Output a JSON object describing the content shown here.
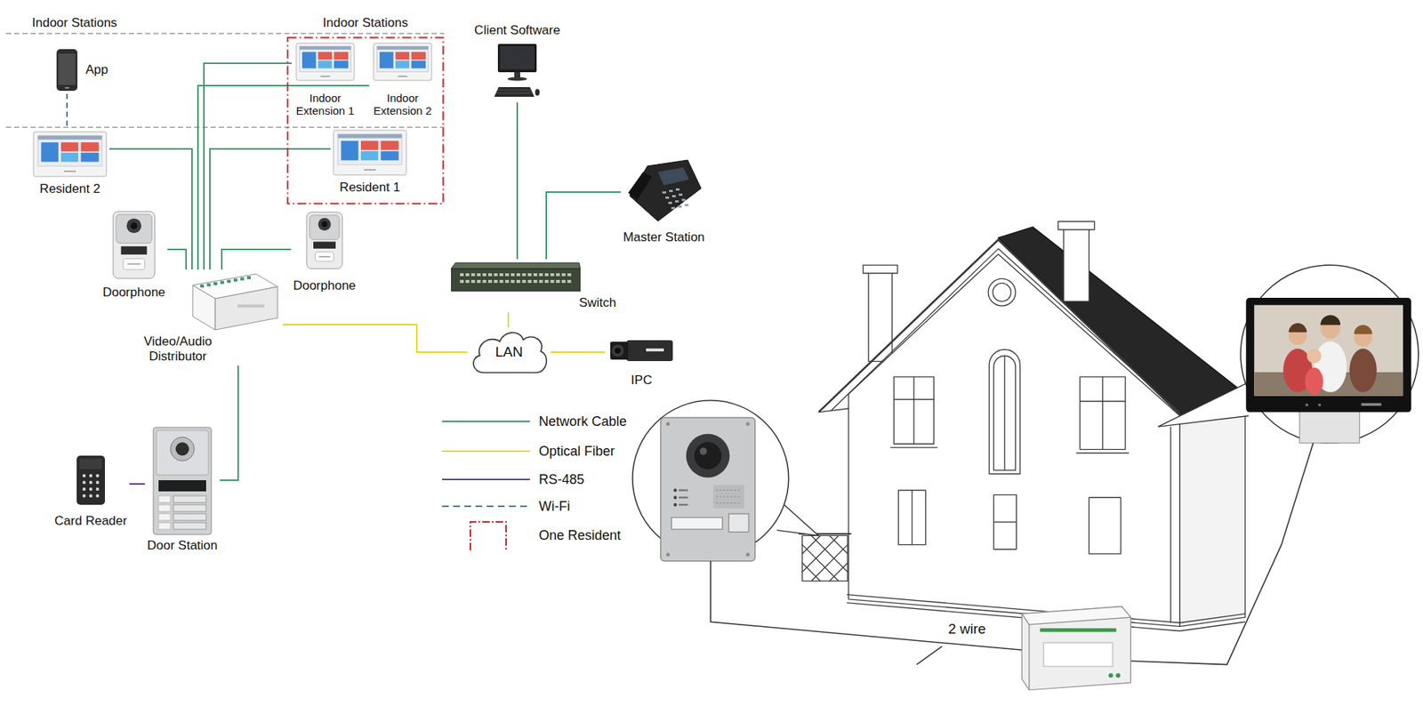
{
  "diagram": {
    "nodes": [
      {
        "text": [
          "App"
        ]
      },
      {
        "text": [
          "Indoor Stations"
        ]
      },
      {
        "text": [
          "Indoor Extension 1"
        ],
        "in": 1
      },
      {
        "text": [
          "Indoor Extension 2"
        ],
        "in": 1
      },
      {
        "text": [
          "Resident 1"
        ],
        "in": 1
      },
      {
        "text": [
          "Resident 2"
        ]
      },
      {
        "text": [
          "Client Software"
        ]
      },
      {
        "text": [
          "Doorphone"
        ]
      },
      {
        "text": [
          "Doorphone"
        ]
      },
      {
        "text": [
          "Video/Audio Distributor"
        ]
      },
      {
        "text": [
          "Master Station"
        ]
      },
      {
        "text": [
          "Switch"
        ]
      },
      {
        "text": [
          "LAN"
        ]
      },
      {
        "text": [
          "IPC"
        ]
      },
      {
        "text": [
          "Card Reader"
        ]
      },
      {
        "text": [
          "Door Station"
        ]
      }
    ],
    "edges": [
      {
        "from": 0,
        "to": 5,
        "arrow": "none"
      },
      {
        "from": 9,
        "to": 2,
        "arrow": "none"
      },
      {
        "from": 9,
        "to": 3,
        "arrow": "none"
      },
      {
        "from": 9,
        "to": 4,
        "arrow": "none"
      },
      {
        "from": 9,
        "to": 5,
        "arrow": "none"
      },
      {
        "from": 9,
        "to": 7,
        "arrow": "none"
      },
      {
        "from": 9,
        "to": 8,
        "arrow": "none"
      },
      {
        "from": 9,
        "to": 15,
        "arrow": "none"
      },
      {
        "from": 9,
        "to": 12,
        "arrow": "none"
      },
      {
        "from": 12,
        "to": 11,
        "arrow": "none"
      },
      {
        "from": 12,
        "to": 13,
        "arrow": "none"
      },
      {
        "from": 11,
        "to": 6,
        "arrow": "none"
      },
      {
        "from": 11,
        "to": 10,
        "arrow": "none"
      },
      {
        "from": 14,
        "to": 15,
        "arrow": "none"
      }
    ],
    "labels": [
      "Indoor Stations",
      "2 wire"
    ],
    "legend": [
      {
        "text": "Network Cable"
      },
      {
        "text": "Optical Fiber"
      },
      {
        "text": "RS-485"
      },
      {
        "text": "Wi-Fi"
      },
      {
        "text": "One Resident"
      }
    ]
  }
}
